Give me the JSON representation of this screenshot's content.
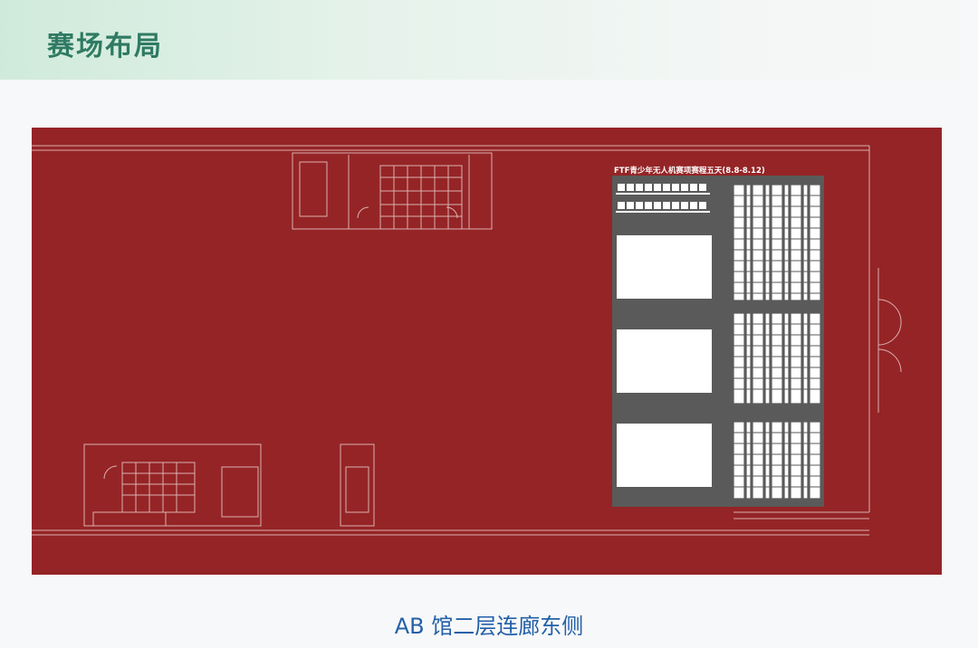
{
  "header": {
    "title": "赛场布局"
  },
  "floorplan": {
    "background_color": "#952426",
    "arena_color": "#5a5a5a",
    "arena_label": "FTF青少年无人机赛项赛程五天(8.8-8.12)"
  },
  "caption": {
    "text": "AB 馆二层连廊东侧"
  },
  "colors": {
    "title": "#2f7a63",
    "caption": "#2460a8"
  }
}
